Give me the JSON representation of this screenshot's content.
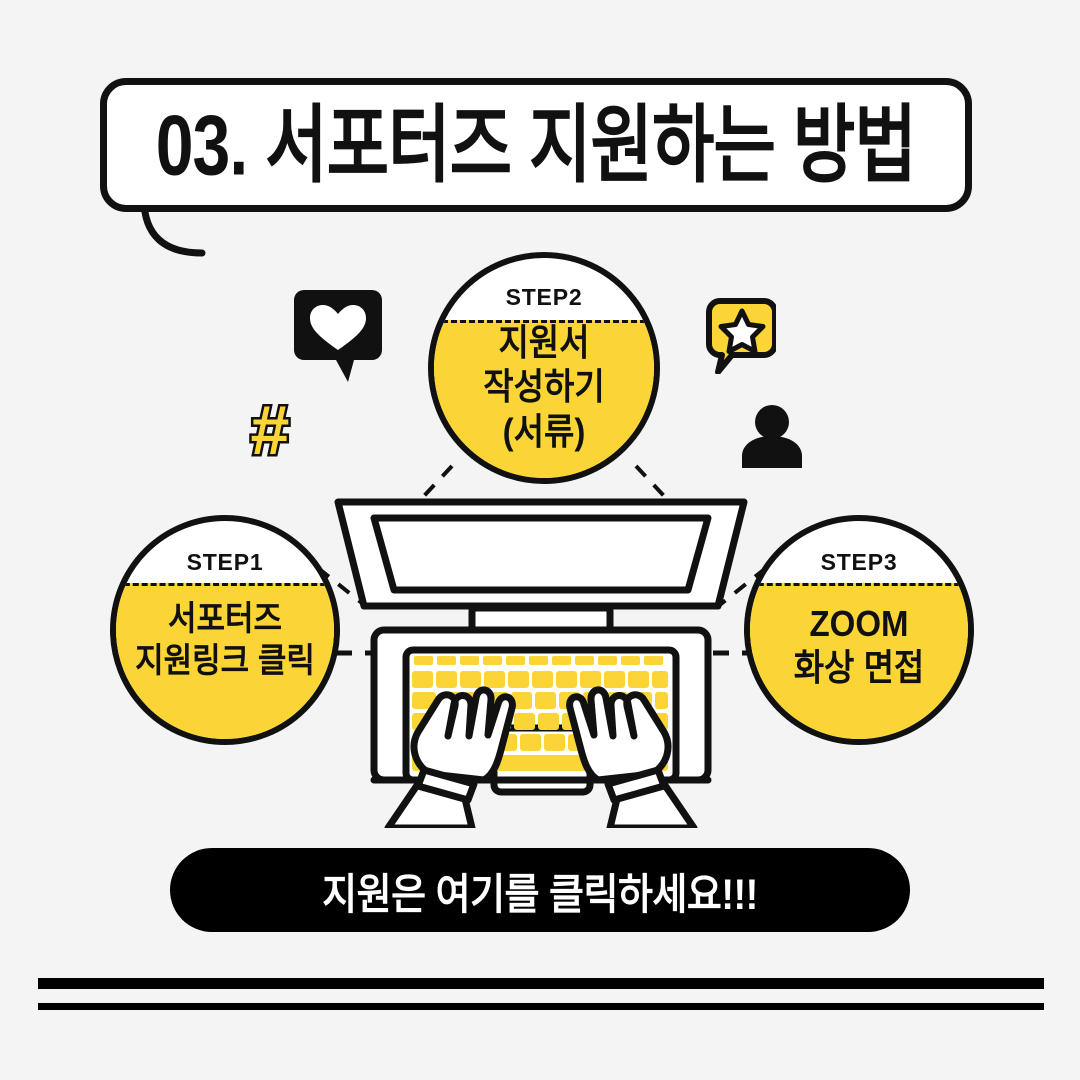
{
  "theme": {
    "background": "#f4f4f4",
    "accent_yellow": "#fbd535",
    "ink_black": "#111111",
    "white": "#ffffff"
  },
  "header": {
    "title": "03. 서포터즈 지원하는 방법",
    "tail_icon": "speech-bubble-tail-icon"
  },
  "steps": [
    {
      "id": "step1",
      "label": "STEP1",
      "title": "서포터즈\n지원링크 클릭"
    },
    {
      "id": "step2",
      "label": "STEP2",
      "title": "지원서\n작성하기\n(서류)"
    },
    {
      "id": "step3",
      "label": "STEP3",
      "title": "ZOOM\n화상 면접"
    }
  ],
  "illustration": {
    "name": "laptop-typing-hands-illustration",
    "description": "top-down laptop with yellow keyboard and two hands typing"
  },
  "decorations": [
    {
      "name": "heart-speech-bubble-icon",
      "glyph": "heart",
      "fill": "#111111",
      "symbol_fill": "#ffffff"
    },
    {
      "name": "hashtag-icon",
      "glyph": "#",
      "fill": "#fbd535",
      "stroke": "#111111"
    },
    {
      "name": "star-speech-bubble-icon",
      "glyph": "star",
      "fill": "#fbd535",
      "symbol_fill": "#ffffff"
    },
    {
      "name": "person-icon",
      "glyph": "person",
      "fill": "#111111"
    }
  ],
  "cta": {
    "label": "지원은 여기를 클릭하세요!!!",
    "background": "#000000",
    "text_color": "#ffffff"
  },
  "footer": {
    "rules": [
      {
        "name": "rule-thick",
        "thickness": 11
      },
      {
        "name": "rule-thin",
        "thickness": 7
      }
    ]
  }
}
